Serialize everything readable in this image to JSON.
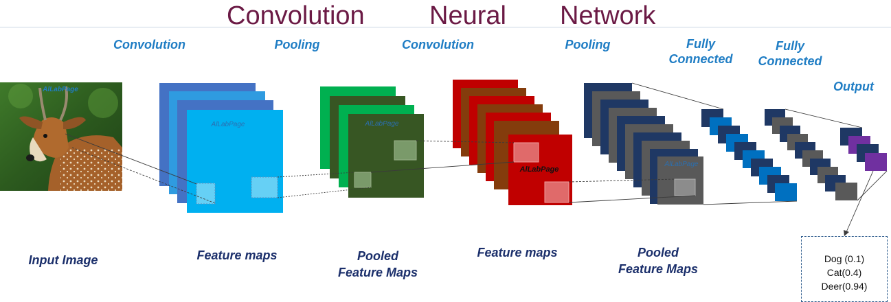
{
  "title": {
    "word1": "Convolution",
    "word2": "Neural",
    "word3": "Network"
  },
  "stages": {
    "convolution_1": "Convolution",
    "pooling_1": "Pooling",
    "convolution_2": "Convolution",
    "pooling_2": "Pooling",
    "fully_connected_1": [
      "Fully",
      "Connected"
    ],
    "fully_connected_2": [
      "Fully",
      "Connected"
    ],
    "output": "Output"
  },
  "bottom_labels": {
    "input_image": "Input Image",
    "feature_maps_1": "Feature maps",
    "pooled_1": [
      "Pooled",
      "Feature Maps"
    ],
    "feature_maps_2": "Feature maps",
    "pooled_2": [
      "Pooled",
      "Feature Maps"
    ]
  },
  "watermark": "AlLabPage",
  "watermark_dark": "AlLabPage",
  "output_classes": [
    "Dog (0.1)",
    "Cat(0.4)",
    "Deer(0.94)"
  ],
  "colors": {
    "title": "#6b1a45",
    "stage_label": "#1f7dc4",
    "bottom_label": "#1b2f6b",
    "conv1_back": "#4472c4",
    "conv1_front": "#00b0f0",
    "pool1_green": "#00b050",
    "pool1_dark": "#375623",
    "conv2_red": "#c00000",
    "conv2_brown": "#843c0c",
    "pool2_navy": "#1f3864",
    "pool2_gray": "#595959",
    "fc_blue": "#0070c0",
    "out_purple": "#7030a0"
  }
}
